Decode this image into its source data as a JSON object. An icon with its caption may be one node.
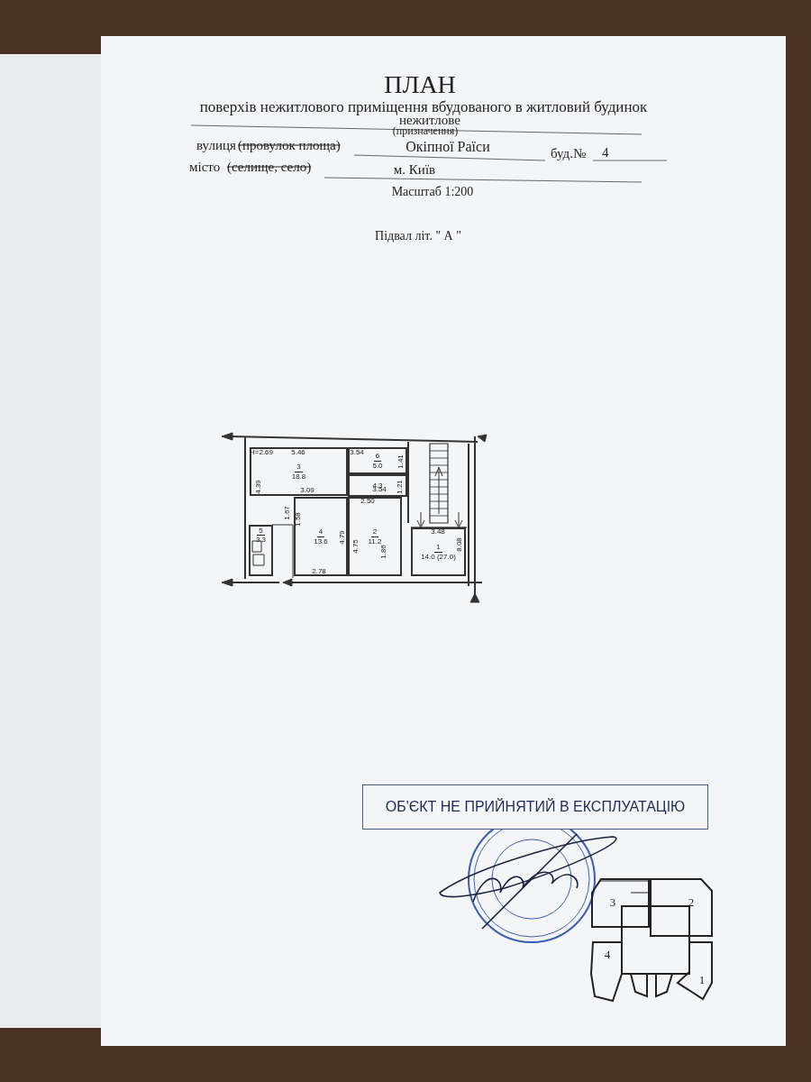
{
  "diagram": {
    "title": "ПЛАН",
    "nodes": [
      {
        "text": [
          "3",
          "18.8"
        ]
      },
      {
        "text": [
          "6",
          "5.0"
        ]
      },
      {
        "text": [
          "4.3"
        ]
      },
      {
        "text": [
          "5",
          "3.3"
        ]
      },
      {
        "text": [
          "4",
          "13.6"
        ]
      },
      {
        "text": [
          "2",
          "11.2"
        ]
      },
      {
        "text": [
          "1",
          "14.0 (27.0)"
        ]
      },
      {
        "text": [
          "ОБ'ЄКТ НЕ ПРИЙНЯТИЙ В ЕКСПЛУАТАЦІЮ"
        ]
      }
    ],
    "edges": [],
    "labels": [
      "поверхів нежитлового приміщення вбудованого в житловий будинок",
      "нежитлове",
      "(призначення)",
      "вулиця",
      "(провулок площа)",
      "Окіпної Раїси",
      "буд.№",
      "4",
      "місто",
      "(селище, село)",
      "м. Київ",
      "Масштаб 1:200",
      "Підвал літ. \" А \"",
      "H=2.69",
      "5.46",
      "3.54",
      "1.41",
      "4.39",
      "3.09",
      "3.54",
      "1.21",
      "2.50",
      "1.67",
      "1.58",
      "4.79",
      "4.75",
      "1.86",
      "2.78",
      "3.48",
      "8.08",
      "3",
      "2",
      "4",
      "1"
    ]
  }
}
